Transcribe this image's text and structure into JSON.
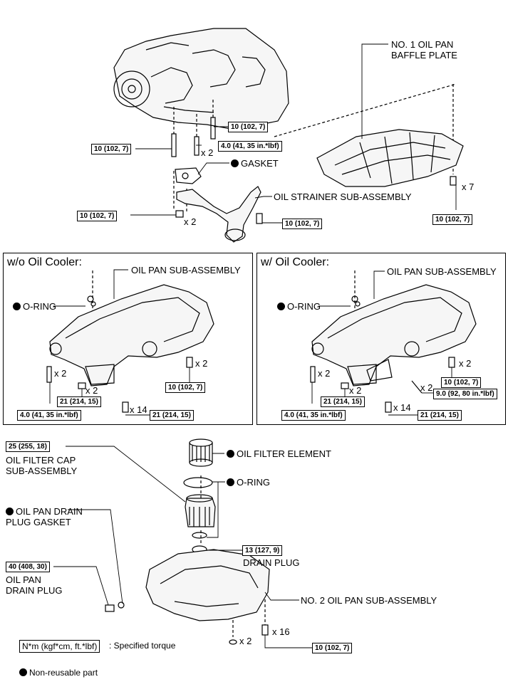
{
  "labels": {
    "baffle_plate": "NO. 1 OIL PAN\nBAFFLE PLATE",
    "gasket": "GASKET",
    "oil_strainer": "OIL STRAINER SUB-ASSEMBLY",
    "oil_pan_left": "OIL PAN SUB-ASSEMBLY",
    "oil_pan_right": "OIL PAN SUB-ASSEMBLY",
    "o_ring_left": "O-RING",
    "o_ring_right": "O-RING",
    "oil_filter_element": "OIL FILTER ELEMENT",
    "oil_filter_cap": "OIL FILTER CAP\nSUB-ASSEMBLY",
    "o_ring_filter": "O-RING",
    "drain_plug_gasket": "OIL PAN DRAIN\nPLUG GASKET",
    "drain_plug": "DRAIN PLUG",
    "oil_pan_drain_plug": "OIL PAN\nDRAIN PLUG",
    "no2_oil_pan": "NO. 2 OIL PAN SUB-ASSEMBLY"
  },
  "panels": {
    "left_title": "w/o Oil Cooler:",
    "right_title": "w/ Oil Cooler:"
  },
  "torques": {
    "t1": "10 (102, 7)",
    "t2": "10 (102, 7)",
    "t3": "4.0 (41, 35 in.*lbf)",
    "t4": "10 (102, 7)",
    "t5": "10 (102, 7)",
    "t6": "10 (102, 7)",
    "l_t1": "10 (102, 7)",
    "l_t2": "21 (214, 15)",
    "l_t3": "4.0 (41, 35 in.*lbf)",
    "l_t4": "21 (214, 15)",
    "r_t1": "10 (102, 7)",
    "r_t2": "9.0 (92, 80 in.*lbf)",
    "r_t3": "21 (214, 15)",
    "r_t4": "4.0 (41, 35 in.*lbf)",
    "r_t5": "21 (214, 15)",
    "f_t1": "25 (255, 18)",
    "f_t2": "13 (127, 9)",
    "f_t3": "40 (408, 30)",
    "f_t4": "10 (102, 7)"
  },
  "counts": {
    "c_stud": "x 2",
    "c_baffle": "x 7",
    "c_nut": "x 2",
    "l_c1": "x 2",
    "l_c2": "x 2",
    "l_c3": "x 2",
    "l_c4": "x 14",
    "r_c1": "x 2",
    "r_c2": "x 2",
    "r_c3": "x 2",
    "r_c4": "x 2",
    "r_c5": "x 14",
    "f_c1": "x 2",
    "f_c2": "x 16"
  },
  "legend": {
    "torque_symbol": "N*m (kgf*cm, ft.*lbf)",
    "torque_text": ": Specified torque",
    "non_reusable": "Non-reusable part"
  },
  "colors": {
    "line": "#000000",
    "background": "#ffffff"
  }
}
